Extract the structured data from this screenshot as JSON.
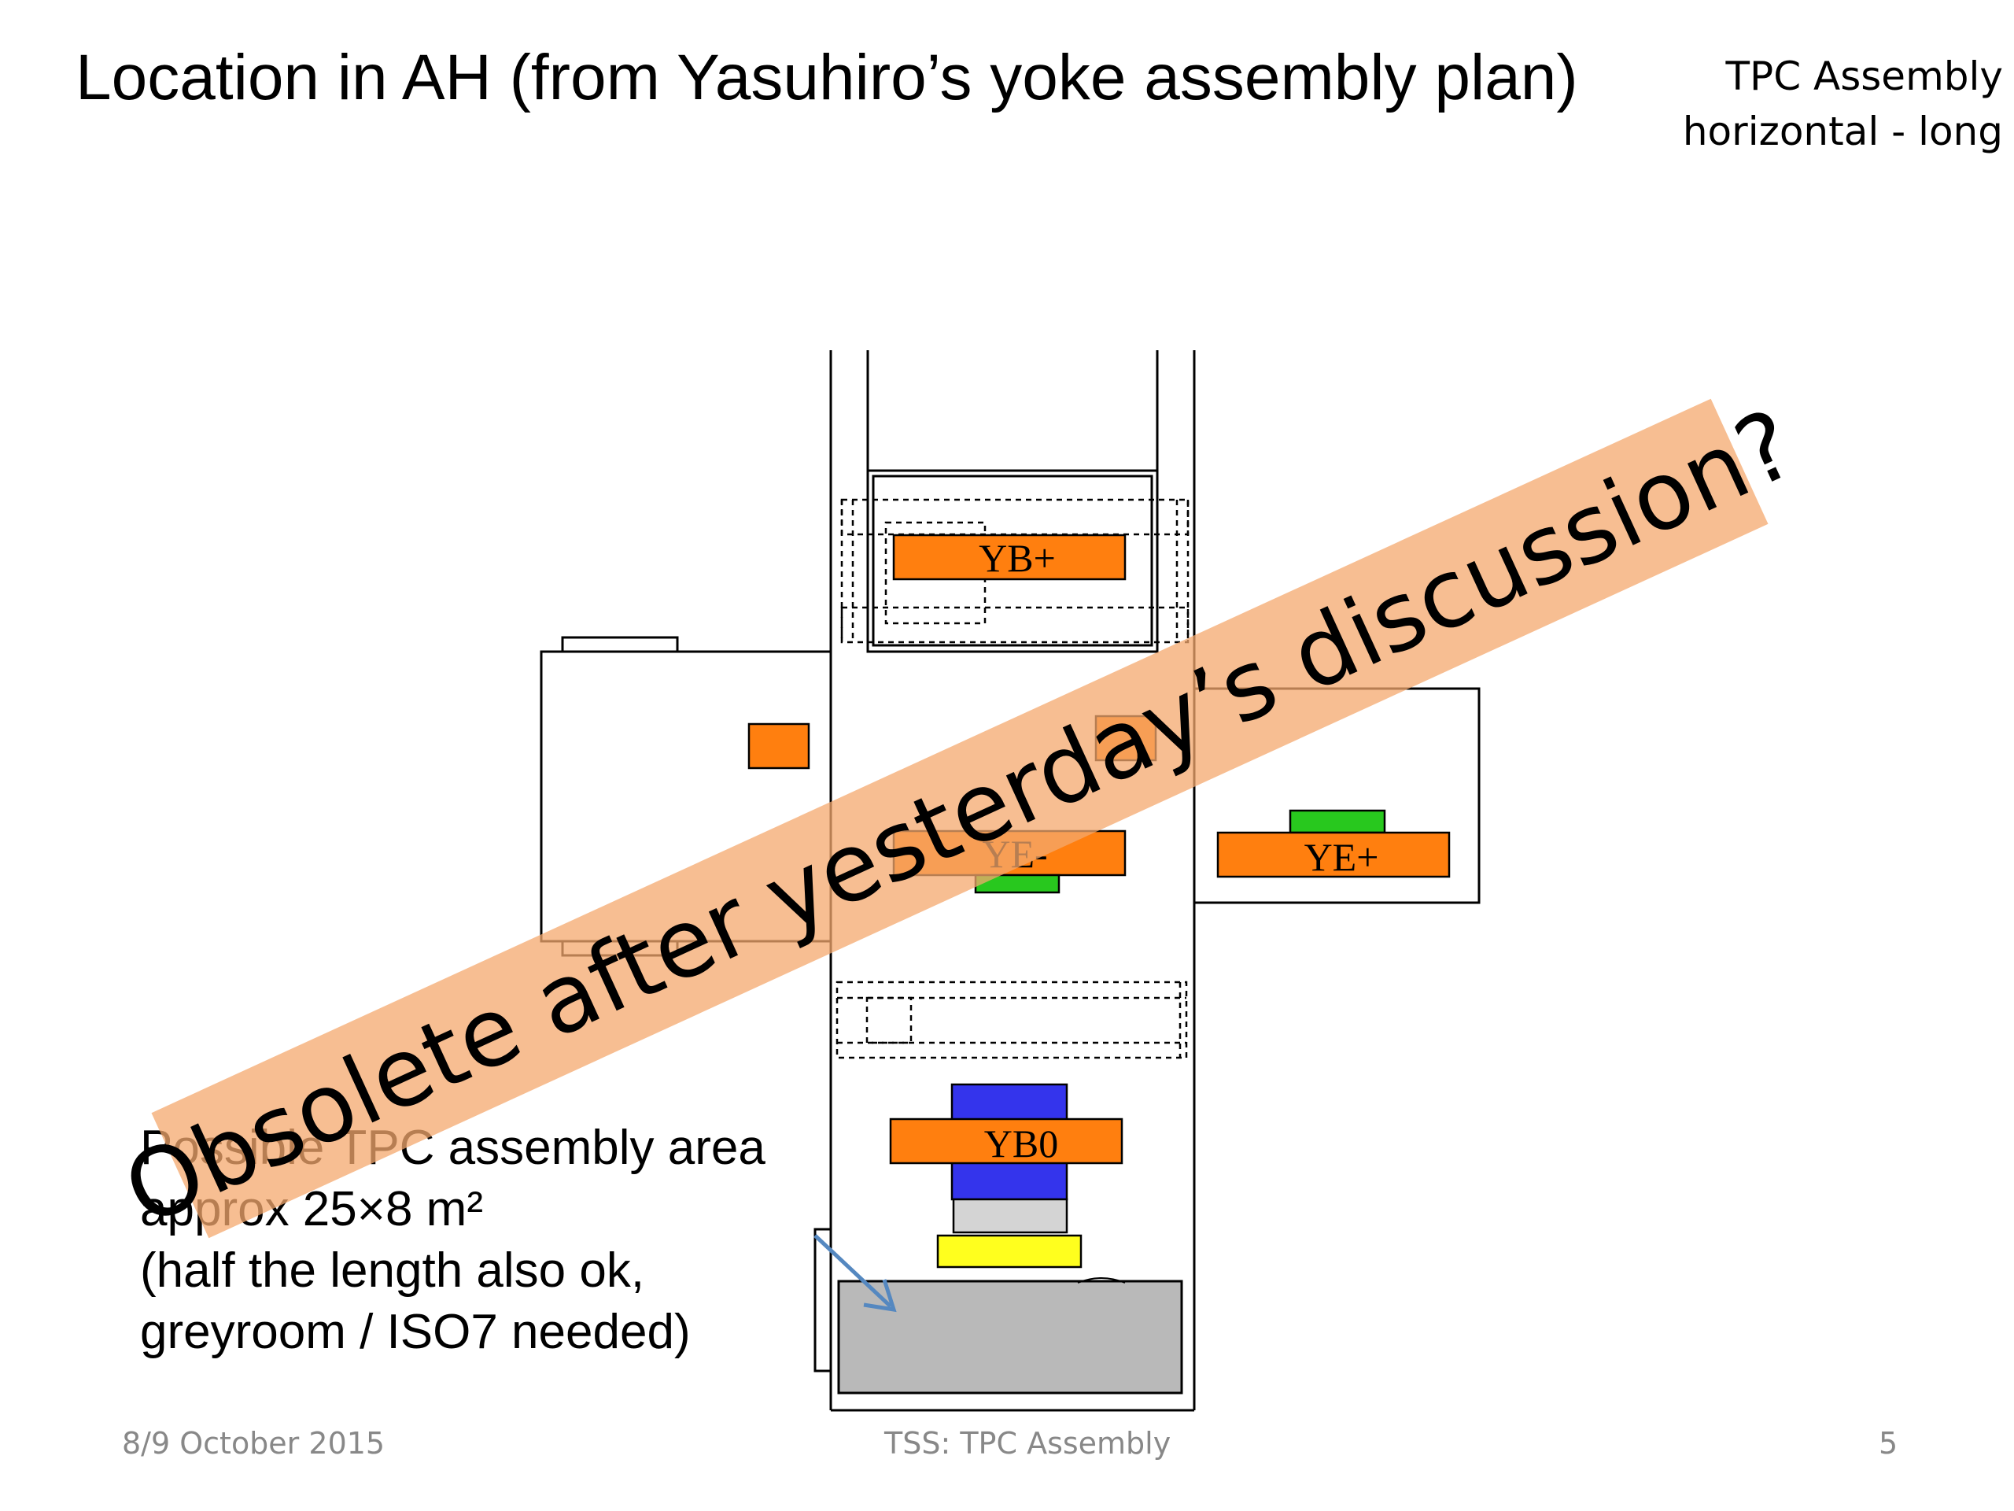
{
  "slide": {
    "title": "Location in AH (from Yasuhiro’s yoke assembly plan)",
    "corner_line1": "TPC Assembly",
    "corner_line2": "horizontal - long",
    "note_lines": [
      "Possible TPC assembly area",
      "approx 25×8 m²",
      "(half the length also ok,",
      "greyroom / ISO7 needed)"
    ],
    "overlay_text": "Obsolete after yesterday’s discussion?",
    "footer_date": "8/9 October 2015",
    "footer_center": "TSS: TPC Assembly",
    "page_number": "5"
  },
  "diagram": {
    "labels": {
      "yb_plus": "YB+",
      "ye_minus": "YE-",
      "ye_plus": "YE+",
      "yb0": "YB0"
    },
    "colors": {
      "orange": "#ff7f0f",
      "blue": "#3434ec",
      "green": "#28c81e",
      "yellow": "#ffff1e",
      "light_grey": "#d4d4d4",
      "grey_area": "#b9b9b9",
      "arrow": "#5588c0",
      "banner": "#f4a86e"
    }
  }
}
